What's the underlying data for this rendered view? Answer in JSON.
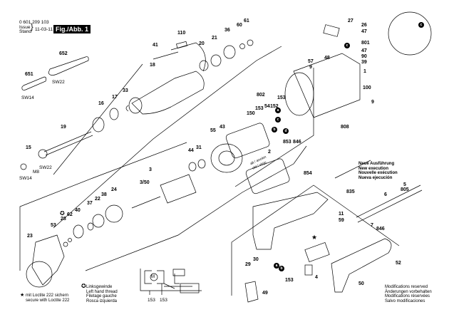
{
  "header": {
    "part_number": "0 601 209 103",
    "issue_label": "Issue",
    "stand_label": "Stand",
    "date": "11-03-11",
    "figure_label": "Fig./Abb. 1"
  },
  "part_labels": {
    "p652": "652",
    "p651": "651",
    "sw22a": "SW22",
    "sw14a": "SW14",
    "p41": "41",
    "p110": "110",
    "p20": "20",
    "p21": "21",
    "p36": "36",
    "p60": "60",
    "p61": "61",
    "p18": "18",
    "p33": "33",
    "p17": "17",
    "p16": "16",
    "p19": "19",
    "p15": "15",
    "sw22b": "SW22",
    "m8": "M8",
    "sw14b": "SW14",
    "p27": "27",
    "p26": "26",
    "p47a": "47",
    "p801": "801",
    "p47b": "47",
    "p90": "90",
    "p39": "39",
    "p48": "48",
    "p57": "57",
    "p9a": "9",
    "p1": "1",
    "p100": "100",
    "p9b": "9",
    "p808": "808",
    "p802": "802",
    "p153a": "153",
    "p54": "54",
    "p152": "152",
    "p153b": "153",
    "p150": "150",
    "p55": "55",
    "p43": "43",
    "p853": "853",
    "p846a": "846",
    "p2": "2",
    "p854": "854",
    "p44": "44",
    "p31": "31",
    "p3": "3",
    "p350": "3/50",
    "p24": "24",
    "p38": "38",
    "p22": "22",
    "p37": "37",
    "p40": "40",
    "p62": "62",
    "p28": "28",
    "p53": "53",
    "p23": "23",
    "p5": "5",
    "p805": "805",
    "p835": "835",
    "p6": "6",
    "p11": "11",
    "p59": "59",
    "p7": "7",
    "p846b": "846",
    "p52": "52",
    "p30": "30",
    "p29": "29",
    "p153c": "153",
    "p4": "4",
    "p49": "49",
    "p50": "50",
    "alt_old": "alt / ancien",
    "alt_old2": "old / viejo",
    "sch153a": "153",
    "sch153b": "153",
    "motor": "M"
  },
  "badges": {
    "a": "a",
    "b": "b",
    "c": "c",
    "d": "d",
    "e": "e"
  },
  "notes": {
    "new_execution": [
      "Neue Ausführung",
      "New execution",
      "Nouvelle exécution",
      "Nueva ejecución"
    ],
    "left_hand_thread": [
      "Linksgewinde",
      "Left hand thread",
      "Filetage gauche",
      "Rosca izquierda"
    ],
    "loctite": [
      "mit Loctite 222 sichern",
      "secure with Loctite 222"
    ],
    "modifications": [
      "Modifications reserved",
      "Änderungen vorbehalten",
      "Modifications réservées",
      "Salvo modificaciones"
    ]
  }
}
